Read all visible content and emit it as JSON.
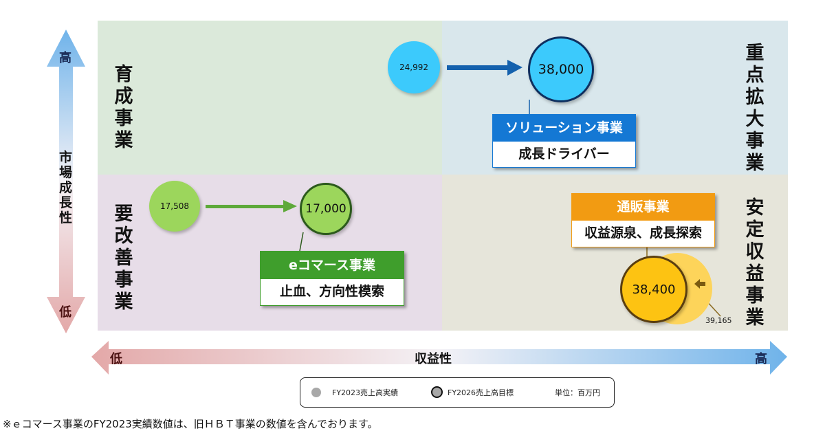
{
  "axes": {
    "vertical": {
      "label": "市場成長性",
      "high": "高",
      "low": "低",
      "high_color": "#6fb3ea",
      "low_color": "#e3a8a8"
    },
    "horizontal": {
      "label": "収益性",
      "high": "高",
      "low": "低",
      "high_color": "#6fb3ea",
      "low_color": "#e3a8a8"
    }
  },
  "quadrants": [
    {
      "id": "top-left",
      "label": "育成事業",
      "color": "#dbe9da"
    },
    {
      "id": "top-right",
      "label": "重点拡大事業",
      "color": "#d9e7ec"
    },
    {
      "id": "bottom-left",
      "label": "要改善事業",
      "color": "#e7dde8"
    },
    {
      "id": "bottom-right",
      "label": "安定収益事業",
      "color": "#e6e5da"
    }
  ],
  "businesses": [
    {
      "name": "ソリューション事業",
      "role": "成長ドライバー",
      "fy2023": "24,992",
      "fy2026": "38,000",
      "header_color": "#1478d4",
      "bubble_color": "#3ccafc",
      "ring_color": "#0f2f5f",
      "arrow_color": "#1461ad"
    },
    {
      "name": "eコマース事業",
      "role": "止血、方向性模索",
      "fy2023": "17,508",
      "fy2026": "17,000",
      "header_color": "#3f9e2c",
      "bubble_color": "#9cd65c",
      "ring_color": "#2c5a1c",
      "arrow_color": "#5ea93a"
    },
    {
      "name": "通販事業",
      "role": "収益源泉、成長探索",
      "fy2023": "39,165",
      "fy2026": "38,400",
      "header_color": "#f29b12",
      "bubble_color": "#fdc312",
      "prior_bubble_color": "#fdd45a",
      "ring_color": "#5a3e10",
      "arrow_color": "#7a5a10"
    }
  ],
  "legend": {
    "fy2023": "FY2023売上高実績",
    "fy2026": "FY2026売上高目標",
    "unit": "単位：百万円"
  },
  "footnote": "※ｅコマース事業のFY2023実績数値は、旧ＨＢＴ事業の数値を含んでおります。"
}
